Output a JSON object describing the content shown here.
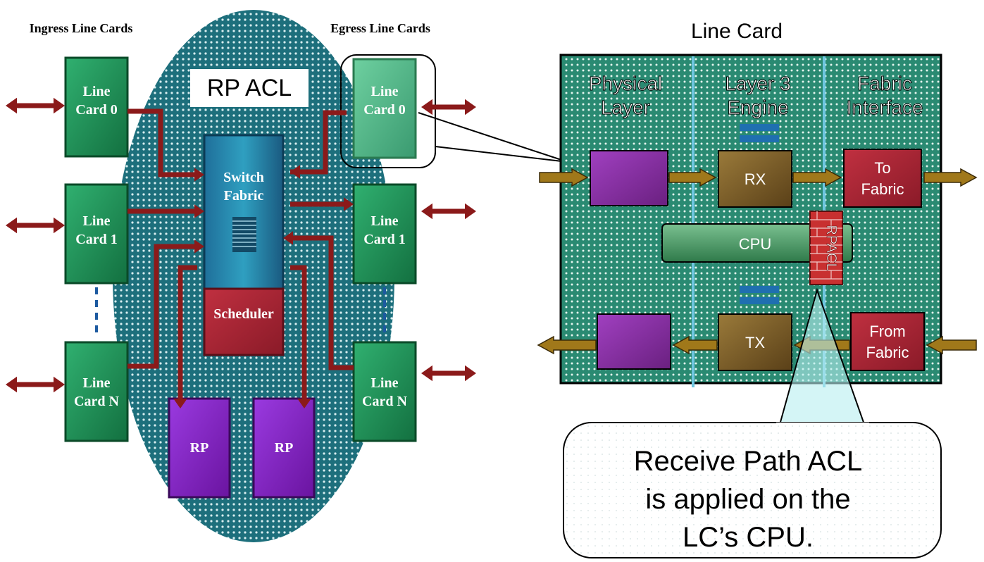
{
  "headers": {
    "ingress": "Ingress Line Cards",
    "egress": "Egress Line Cards",
    "line_card": "Line Card"
  },
  "rp_acl": "RP ACL",
  "ingress_cards": [
    {
      "line1": "Line",
      "line2": "Card 0"
    },
    {
      "line1": "Line",
      "line2": "Card 1"
    },
    {
      "line1": "Line",
      "line2": "Card N"
    }
  ],
  "egress_cards": [
    {
      "line1": "Line",
      "line2": "Card 0"
    },
    {
      "line1": "Line",
      "line2": "Card 1"
    },
    {
      "line1": "Line",
      "line2": "Card N"
    }
  ],
  "switch_fabric": {
    "line1": "Switch",
    "line2": "Fabric"
  },
  "scheduler": "Scheduler",
  "rp": [
    "RP",
    "RP"
  ],
  "sections": [
    {
      "line1": "Physical",
      "line2": "Layer"
    },
    {
      "line1": "Layer 3",
      "line2": "Engine"
    },
    {
      "line1": "Fabric",
      "line2": "Interface"
    }
  ],
  "rx": "RX",
  "tx": "TX",
  "to_fabric": {
    "line1": "To",
    "line2": "Fabric"
  },
  "from_fabric": {
    "line1": "From",
    "line2": "Fabric"
  },
  "cpu": "CPU",
  "rpacl": "RPACL",
  "callout": [
    "Receive Path ACL",
    "is applied on the",
    "LC’s CPU."
  ],
  "colors": {
    "fabric_blue": "#1d7f8c",
    "card_green": "#1f9a55",
    "arrow_red": "#8b1a1a",
    "arrow_gold": "#a0781a",
    "purple": "#7a1fa8",
    "rp_purple": "#8a2bd8",
    "scheduler_red": "#a8283a",
    "line_card_bg": "#2b8a76"
  }
}
